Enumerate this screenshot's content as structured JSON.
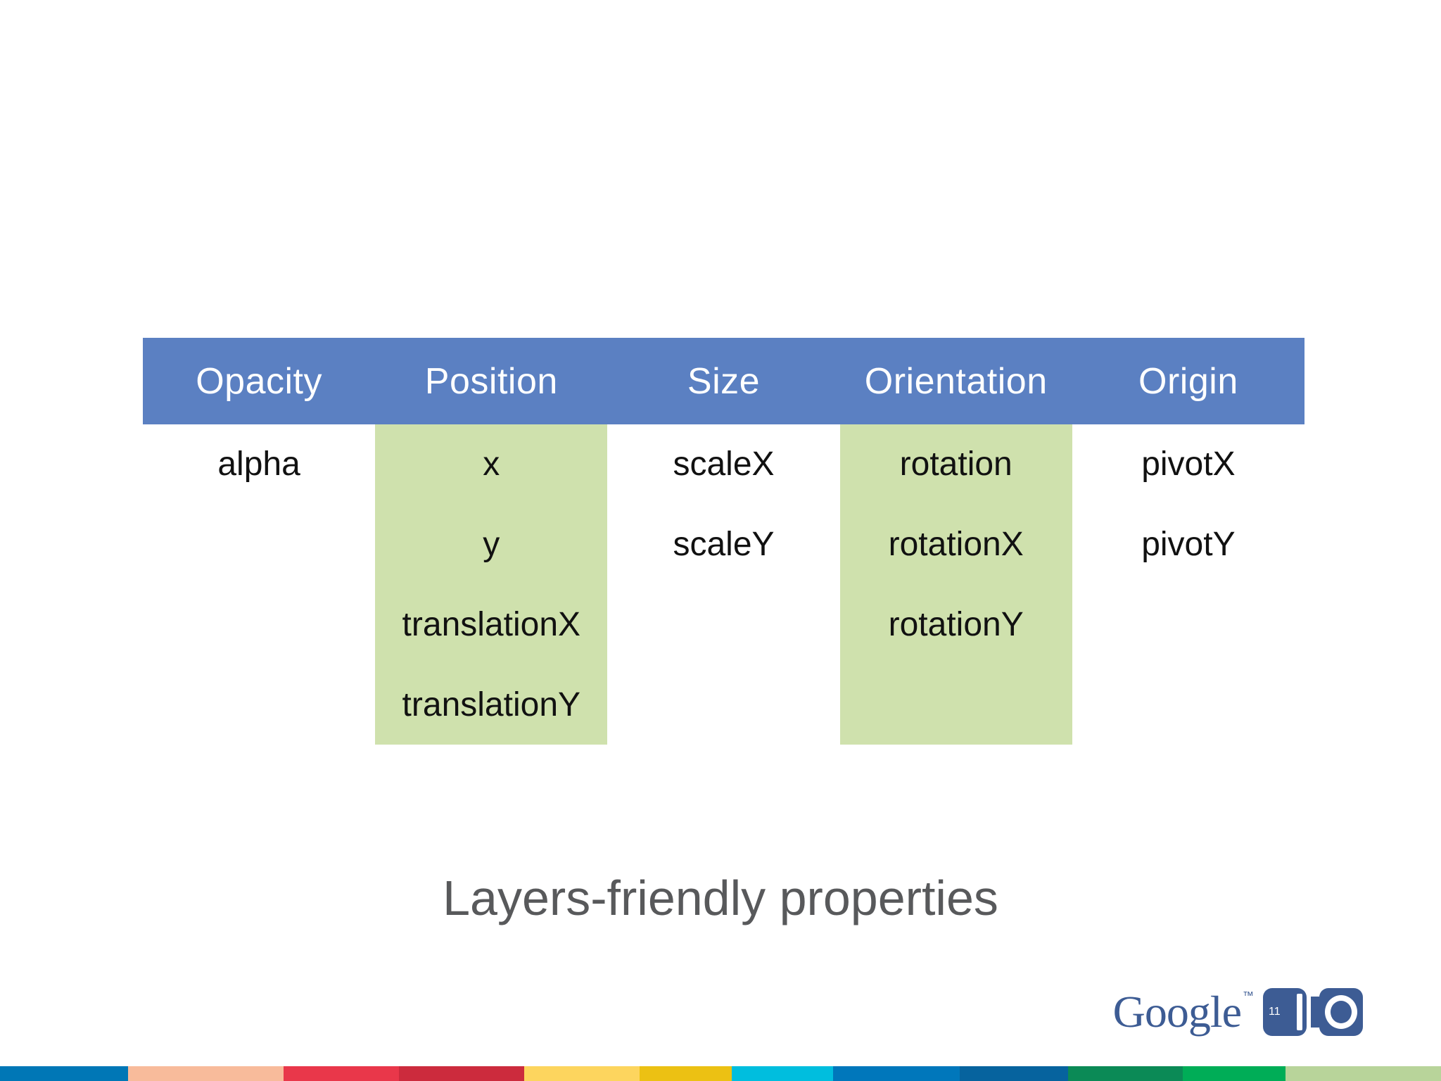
{
  "slide": {
    "caption": "Layers-friendly properties"
  },
  "table": {
    "columns": [
      {
        "header": "Opacity",
        "highlight": false,
        "items": [
          "alpha"
        ]
      },
      {
        "header": "Position",
        "highlight": true,
        "items": [
          "x",
          "y",
          "translationX",
          "translationY"
        ]
      },
      {
        "header": "Size",
        "highlight": false,
        "items": [
          "scaleX",
          "scaleY"
        ]
      },
      {
        "header": "Orientation",
        "highlight": true,
        "items": [
          "rotation",
          "rotationX",
          "rotationY"
        ]
      },
      {
        "header": "Origin",
        "highlight": false,
        "items": [
          "pivotX",
          "pivotY"
        ]
      }
    ]
  },
  "logo": {
    "wordmark": "Google",
    "trademark": "™",
    "year": "11",
    "io_letters": "IO"
  },
  "colors": {
    "header_bg": "#5b80c2",
    "header_text": "#ffffff",
    "highlight_bg": "#cfe1ad",
    "caption_text": "#58595b",
    "logo_blue": "#3d5c94",
    "strip": [
      {
        "name": "blue",
        "hex": "#0077b6",
        "width_percent": 8.9
      },
      {
        "name": "peach",
        "hex": "#f8bb9b",
        "width_percent": 10.8
      },
      {
        "name": "red",
        "hex": "#e9374a",
        "width_percent": 8.0
      },
      {
        "name": "dark-red",
        "hex": "#cc2b3d",
        "width_percent": 8.7
      },
      {
        "name": "light-yellow",
        "hex": "#fdd55e",
        "width_percent": 8.0
      },
      {
        "name": "gold",
        "hex": "#ecc113",
        "width_percent": 6.4
      },
      {
        "name": "cyan",
        "hex": "#00bede",
        "width_percent": 7.0
      },
      {
        "name": "medium-blue",
        "hex": "#0077bb",
        "width_percent": 8.8
      },
      {
        "name": "dark-blue",
        "hex": "#06639e",
        "width_percent": 7.5
      },
      {
        "name": "dark-green",
        "hex": "#0b8a56",
        "width_percent": 8.0
      },
      {
        "name": "green",
        "hex": "#00ad57",
        "width_percent": 7.1
      },
      {
        "name": "sage-green",
        "hex": "#b8d49a",
        "width_percent": 10.8
      }
    ]
  }
}
